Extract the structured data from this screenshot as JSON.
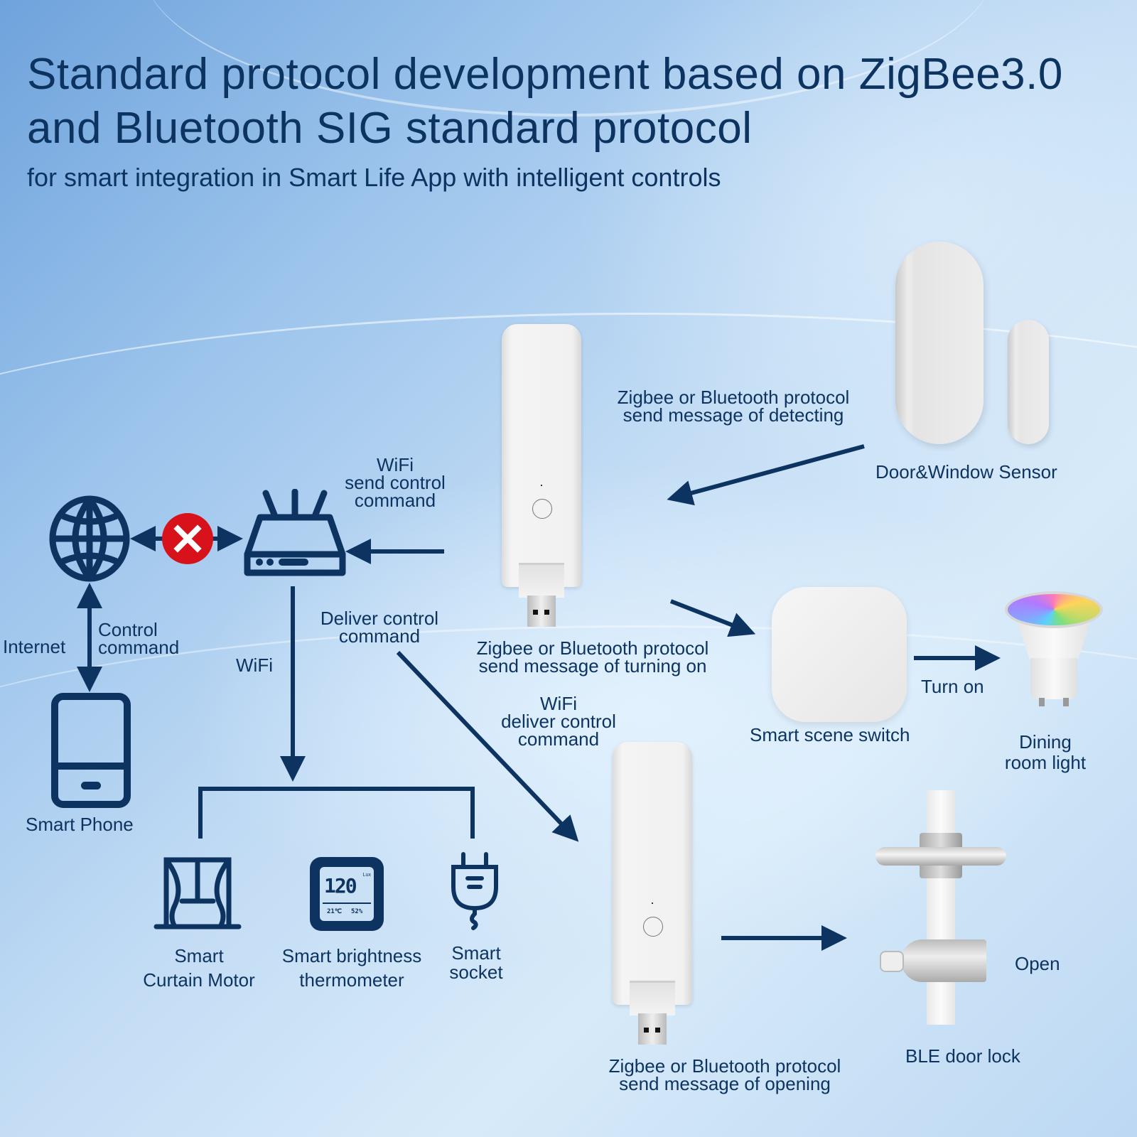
{
  "header": {
    "title_line1": "Standard protocol development based on ZigBee3.0",
    "title_line2": "and Bluetooth SIG standard protocol",
    "subtitle": "for smart integration in Smart Life App with intelligent controls"
  },
  "colors": {
    "ink": "#0d3460",
    "error_red": "#d8121b",
    "device_white": "#f2f2f2",
    "bg_light": "#d7eaf9",
    "bg_dark": "#6fa3dc"
  },
  "left_network": {
    "globe_icon": "globe-icon",
    "blocked_icon": "error-x-icon",
    "router_icon": "router-icon",
    "phone_icon": "smartphone-icon",
    "internet_label": "Internet",
    "control_command_label": [
      "Control",
      "command"
    ],
    "smart_phone_label": "Smart Phone",
    "wifi_label": "WiFi",
    "wifi_send_label": [
      "WiFi",
      "send control",
      "command"
    ],
    "deliver_label": [
      "Deliver control",
      "command"
    ]
  },
  "wifi_devices": [
    {
      "icon": "curtain-icon",
      "label": [
        "Smart",
        "Curtain Motor"
      ]
    },
    {
      "icon": "thermometer-display-icon",
      "label": [
        "Smart brightness",
        "thermometer"
      ],
      "display": {
        "value": "120",
        "unit": "Lux",
        "temp": "21℃",
        "humidity": "52%"
      }
    },
    {
      "icon": "plug-icon",
      "label": [
        "Smart",
        "socket"
      ]
    }
  ],
  "gateway_flow": {
    "detect_label": [
      "Zigbee or Bluetooth protocol",
      "send message of detecting"
    ],
    "door_sensor_label": "Door&Window Sensor",
    "turn_on_msg_label": [
      "Zigbee or Bluetooth protocol",
      "send message of turning on"
    ],
    "scene_switch_label": "Smart scene switch",
    "turn_on_label": "Turn on",
    "light_label": [
      "Dining",
      "room light"
    ],
    "wifi_deliver_label": [
      "WiFi",
      "deliver control",
      "command"
    ],
    "opening_label": [
      "Zigbee or Bluetooth protocol",
      "send message of opening"
    ],
    "open_label": "Open",
    "door_lock_label": "BLE door lock"
  }
}
